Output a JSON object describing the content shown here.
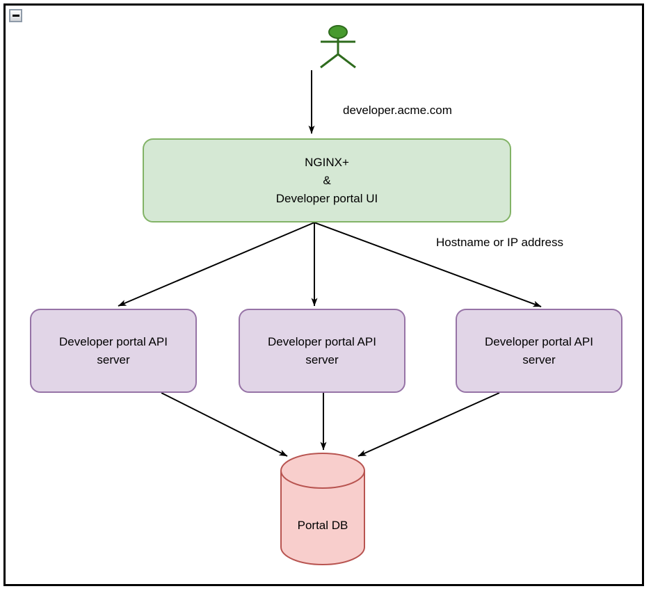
{
  "window": {
    "collapse_button_icon": "minus-icon"
  },
  "colors": {
    "frontend_fill": "#d5e8d4",
    "frontend_stroke": "#82b366",
    "api_fill": "#e1d5e7",
    "api_stroke": "#9673a6",
    "db_fill": "#f8cecc",
    "db_stroke": "#b85450",
    "actor_head_fill": "#479a2e",
    "actor_stroke": "#2e6b1d",
    "edge_color": "#000000",
    "frame_border": "#000000"
  },
  "diagram": {
    "edge_labels": {
      "user_to_frontend": "developer.acme.com",
      "frontend_to_api": "Hostname or IP address"
    },
    "nodes": {
      "frontend": {
        "label": "NGINX+\n&\nDeveloper portal UI"
      },
      "api_servers": [
        {
          "label": "Developer portal API\nserver"
        },
        {
          "label": "Developer portal API\nserver"
        },
        {
          "label": "Developer portal API\nserver"
        }
      ],
      "database": {
        "label": "Portal DB"
      }
    }
  }
}
